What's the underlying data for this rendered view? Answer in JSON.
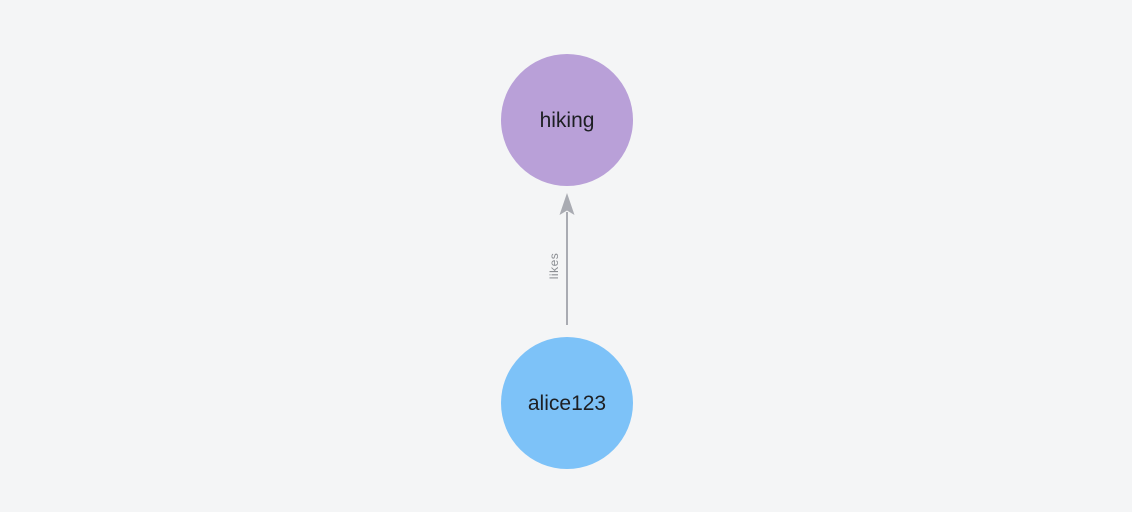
{
  "graph": {
    "background_color": "#f4f5f6",
    "nodes": [
      {
        "id": "hiking",
        "label": "hiking",
        "shape": "circle",
        "color": "#b9a0d8"
      },
      {
        "id": "alice123",
        "label": "alice123",
        "shape": "circle",
        "color": "#7dc2f8"
      }
    ],
    "edges": [
      {
        "from": "alice123",
        "to": "hiking",
        "label": "likes",
        "directed": true,
        "color": "#a9abb2",
        "label_color": "#8b8e93"
      }
    ]
  }
}
